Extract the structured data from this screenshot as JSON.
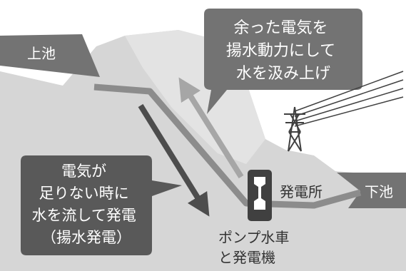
{
  "labels": {
    "upper_pond": "上池",
    "lower_pond": "下池",
    "powerhouse": "発電所",
    "pump_callout": [
      "余った電気を",
      "揚水動力にして",
      "水を汲み上げ"
    ],
    "generate_callout": [
      "電気が",
      "足りない時に",
      "水を流して発電",
      "（揚水発電）"
    ],
    "turbine": [
      "ポンプ水車",
      "と発電機"
    ]
  },
  "colors": {
    "terrain": "#d6d6d6",
    "hill": "#e3e3e3",
    "water_box": "#737373",
    "dark_box": "#595959",
    "pipe": "#8c8c8c",
    "down_arrow": "#4d4d4d",
    "up_arrow": "#a6a6a6",
    "text_light": "#ffffff",
    "text_dark": "#333333"
  }
}
